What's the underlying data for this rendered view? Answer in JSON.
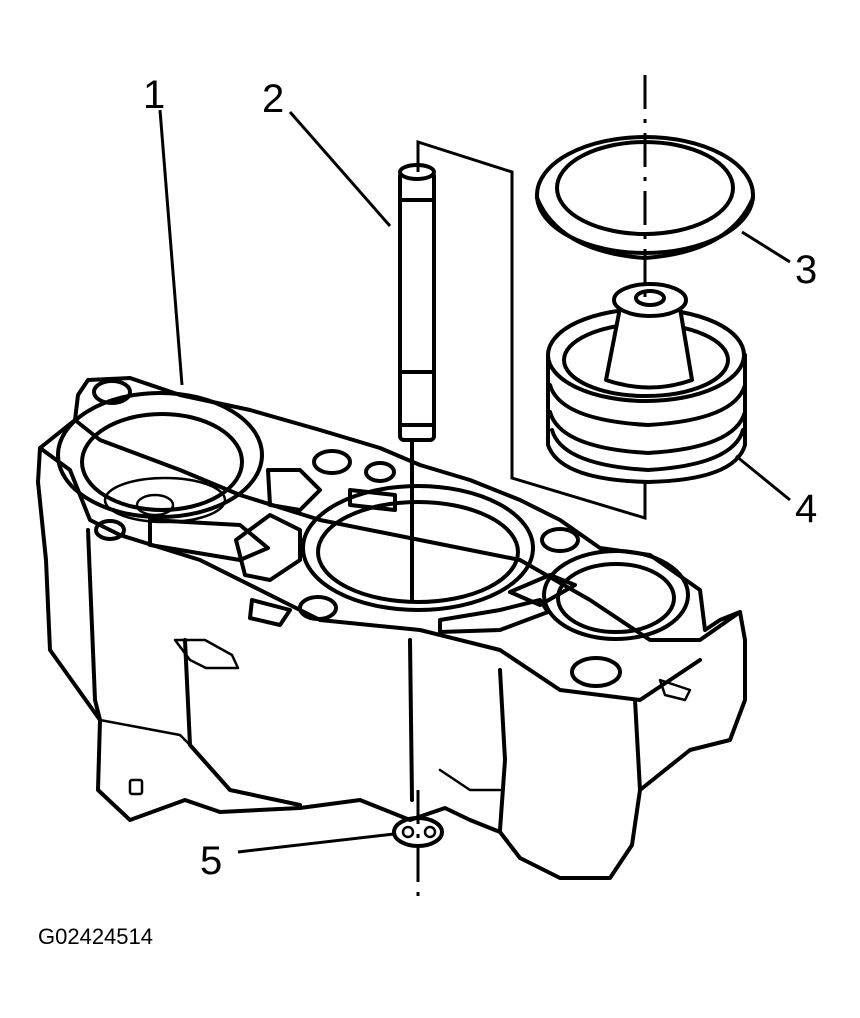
{
  "diagram": {
    "callouts": [
      "1",
      "2",
      "3",
      "4",
      "5"
    ],
    "figure_id": "G02424514"
  }
}
